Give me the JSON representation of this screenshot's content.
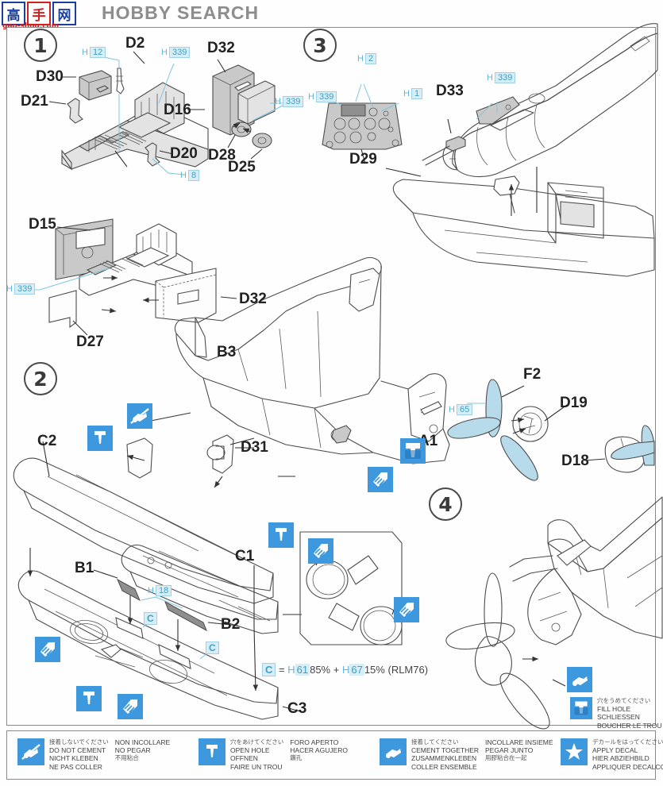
{
  "watermark": {
    "text": "HOBBY SEARCH",
    "logo_chars": [
      "高",
      "手",
      "网"
    ],
    "url": "gao-shou.com"
  },
  "steps": [
    {
      "id": "step-1",
      "number": "1"
    },
    {
      "id": "step-2",
      "number": "2"
    },
    {
      "id": "step-3",
      "number": "3"
    },
    {
      "id": "step-4",
      "number": "4"
    }
  ],
  "part_labels": [
    {
      "name": "D2",
      "text": "D2"
    },
    {
      "name": "D30",
      "text": "D30"
    },
    {
      "name": "D21",
      "text": "D21"
    },
    {
      "name": "D16",
      "text": "D16"
    },
    {
      "name": "D20",
      "text": "D20"
    },
    {
      "name": "D32a",
      "text": "D32"
    },
    {
      "name": "D28",
      "text": "D28"
    },
    {
      "name": "D25",
      "text": "D25"
    },
    {
      "name": "D29",
      "text": "D29"
    },
    {
      "name": "D33",
      "text": "D33"
    },
    {
      "name": "D15",
      "text": "D15"
    },
    {
      "name": "D32b",
      "text": "D32"
    },
    {
      "name": "D27",
      "text": "D27"
    },
    {
      "name": "B3",
      "text": "B3"
    },
    {
      "name": "A1",
      "text": "A1"
    },
    {
      "name": "D31",
      "text": "D31"
    },
    {
      "name": "C2",
      "text": "C2"
    },
    {
      "name": "C1",
      "text": "C1"
    },
    {
      "name": "B1",
      "text": "B1"
    },
    {
      "name": "B2",
      "text": "B2"
    },
    {
      "name": "C3",
      "text": "C3"
    },
    {
      "name": "F2",
      "text": "F2"
    },
    {
      "name": "D19",
      "text": "D19"
    },
    {
      "name": "D18",
      "text": "D18"
    }
  ],
  "paint_callouts": [
    {
      "name": "h12",
      "prefix": "H",
      "code": "12"
    },
    {
      "name": "h339a",
      "prefix": "H",
      "code": "339"
    },
    {
      "name": "h8",
      "prefix": "H",
      "code": "8"
    },
    {
      "name": "h339b",
      "prefix": "H",
      "code": "339"
    },
    {
      "name": "h339c",
      "prefix": "H",
      "code": "339"
    },
    {
      "name": "h2",
      "prefix": "H",
      "code": "2"
    },
    {
      "name": "h1",
      "prefix": "H",
      "code": "1"
    },
    {
      "name": "h339d",
      "prefix": "H",
      "code": "339"
    },
    {
      "name": "h339e",
      "prefix": "H",
      "code": "339"
    },
    {
      "name": "h65",
      "prefix": "H",
      "code": "65"
    },
    {
      "name": "h18",
      "prefix": "H",
      "code": "18"
    }
  ],
  "c_badges": [
    {
      "name": "c-badge-1",
      "text": "C"
    },
    {
      "name": "c-badge-2",
      "text": "C"
    }
  ],
  "mix_formula": {
    "swatch": "C",
    "equals": "=",
    "h_a": "H",
    "code_a": "61",
    "pct_a": "85%",
    "plus": "+",
    "h_b": "H",
    "code_b": "67",
    "pct_b": "15%",
    "note": "(RLM76)"
  },
  "fill_hole_note": {
    "jp": "穴をうめてください",
    "en": "FILL HOLE",
    "de": "SCHLIESSEN",
    "fr": "BOUCHER LE TROU"
  },
  "legend": [
    {
      "icon": "do-not-cement-icon",
      "jp": "接着しないでください",
      "en": "DO NOT CEMENT",
      "de": "NICHT KLEBEN",
      "fr": "NE PAS COLLER",
      "it": "NON INCOLLARE",
      "es": "NO PEGAR",
      "zh": "不用粘合"
    },
    {
      "icon": "open-hole-icon",
      "jp": "穴をあけてください",
      "en": "OPEN HOLE",
      "de": "OFFNEN",
      "fr": "FAIRE UN TROU",
      "it": "FORO APERTO",
      "es": "HACER AGUJERO",
      "zh": "鑽孔"
    },
    {
      "icon": "cement-together-icon",
      "jp": "接着してください",
      "en": "CEMENT TOGETHER",
      "de": "ZUSAMMENKLEBEN",
      "fr": "COLLER ENSEMBLE",
      "it": "INCOLLARE INSIEME",
      "es": "PEGAR JUNTO",
      "zh": "用膠粘合在一起"
    },
    {
      "icon": "apply-decal-icon",
      "jp": "デカールをはってください",
      "en": "APPLY DECAL",
      "de": "HIER ABZIEHBILD",
      "fr": "APPLIQUER DECALCO"
    }
  ],
  "colors": {
    "tile_blue": "#3d98dd",
    "paint_cyan": "#5fb7d6",
    "prop_blue": "#bcdcec",
    "line_gray": "#5a5a5a",
    "shade_gray": "#b9b9b9"
  }
}
